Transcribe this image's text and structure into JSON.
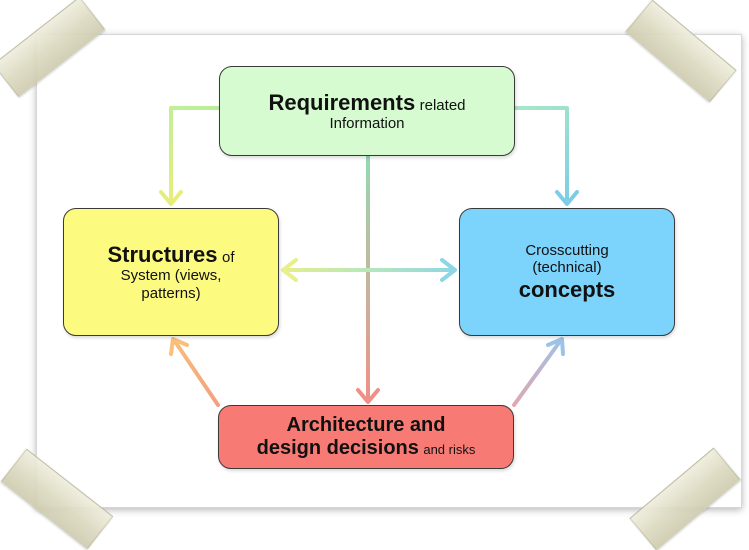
{
  "requirements": {
    "title": "Requirements",
    "suffix": "related",
    "line2": "Information"
  },
  "structures": {
    "title": "Structures",
    "suffix": "of",
    "line2": "System (views,",
    "line3": "patterns)"
  },
  "crosscutting": {
    "line1": "Crosscutting",
    "line2": "(technical)",
    "title": "concepts"
  },
  "architecture": {
    "line1": "Architecture and",
    "line2": "design decisions",
    "suffix": "and risks"
  },
  "colors": {
    "requirements_fill": "#d6fbd0",
    "structures_fill": "#fcfb80",
    "crosscutting_fill": "#7cd3fb",
    "architecture_fill": "#f77b74"
  }
}
